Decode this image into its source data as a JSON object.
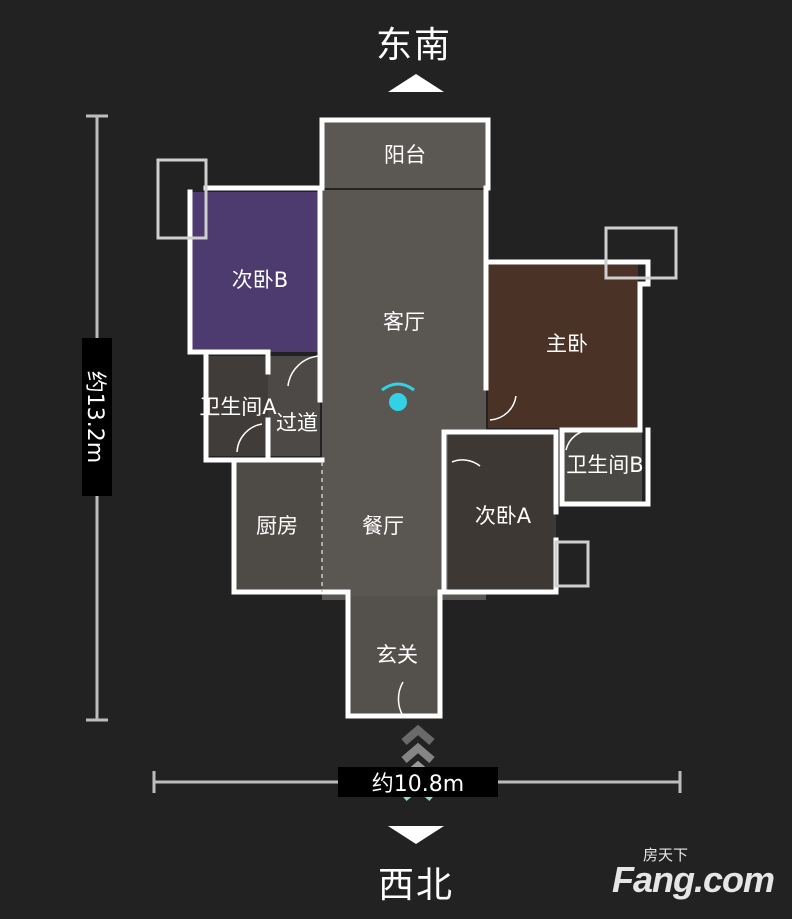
{
  "compass": {
    "top": "东南",
    "bottom": "西北"
  },
  "dimensions": {
    "vertical": "约13.2m",
    "horizontal": "约10.8m"
  },
  "rooms": {
    "balcony": "阳台",
    "bedroom_b": "次卧B",
    "living_room": "客厅",
    "master_bedroom": "主卧",
    "bathroom_a": "卫生间A",
    "hallway": "过道",
    "bathroom_b": "卫生间B",
    "kitchen": "厨房",
    "dining_room": "餐厅",
    "bedroom_a": "次卧A",
    "entrance": "玄关"
  },
  "watermark": {
    "brand": "Fang.com",
    "tagline": "房天下"
  },
  "colors": {
    "background": "#222222",
    "wall": "#ffffff",
    "marker": "#33d1e6",
    "arrow": "#8fdcc7"
  }
}
